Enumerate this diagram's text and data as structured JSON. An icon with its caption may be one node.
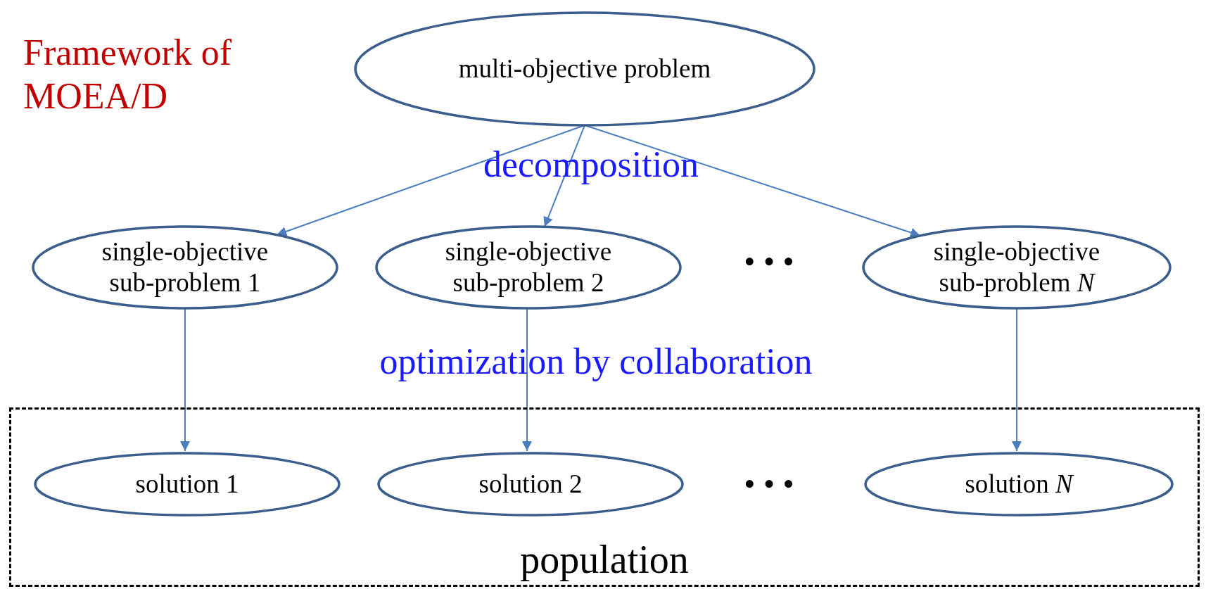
{
  "diagram": {
    "title": "Framework of MOEA/D",
    "nodes": [
      {
        "text": [
          "multi-objective problem"
        ]
      },
      {
        "text": [
          "single-objective sub-problem 1"
        ]
      },
      {
        "text": [
          "single-objective sub-problem 2"
        ]
      },
      {
        "text": [
          "single-objective sub-problem *N*"
        ]
      },
      {
        "text": [
          "population"
        ]
      },
      {
        "text": [
          "solution 1"
        ],
        "in": 4
      },
      {
        "text": [
          "solution 2"
        ],
        "in": 4
      },
      {
        "text": [
          "solution *N*"
        ],
        "in": 4
      }
    ],
    "edges": [
      {
        "from": 0,
        "to": 1,
        "arrow": "to"
      },
      {
        "from": 0,
        "to": 2,
        "arrow": "to"
      },
      {
        "from": 0,
        "to": 3,
        "arrow": "to"
      },
      {
        "from": 1,
        "to": 5,
        "arrow": "to"
      },
      {
        "from": 2,
        "to": 6,
        "arrow": "to"
      },
      {
        "from": 3,
        "to": 7,
        "arrow": "to"
      }
    ],
    "labels": [
      "decomposition",
      "• • •",
      "optimization by collaboration",
      "• • •"
    ]
  }
}
